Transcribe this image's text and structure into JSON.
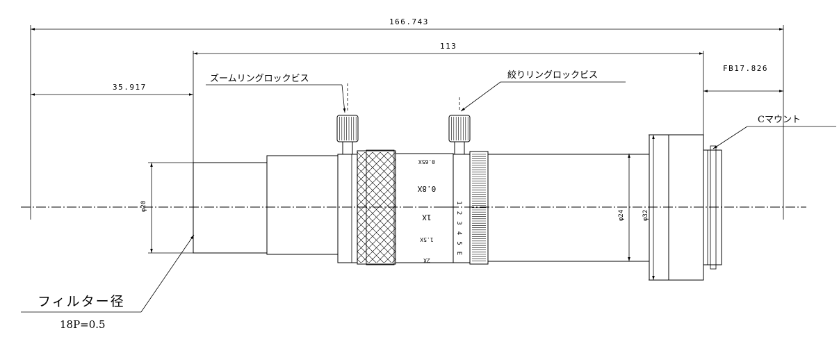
{
  "dimensions": {
    "overall_length": "166.743",
    "body_length": "113",
    "front_offset": "35.917",
    "flange_back": "FB17.826",
    "filter_diameter": "φ20",
    "body_diameter": "φ24",
    "mount_diameter": "φ32"
  },
  "callouts": {
    "zoom_lock_screw": "ズームリングロックビス",
    "iris_lock_screw": "絞りリングロックビス",
    "c_mount": "Cマウント",
    "filter_diameter": "フィルター径",
    "filter_thread": "18P=0.5"
  },
  "zoom_scale": [
    "0.65X",
    "0.8X",
    "1X",
    "1.5X",
    "2X"
  ],
  "iris_scale": [
    "1",
    "2",
    "3",
    "4",
    "5",
    "E"
  ]
}
